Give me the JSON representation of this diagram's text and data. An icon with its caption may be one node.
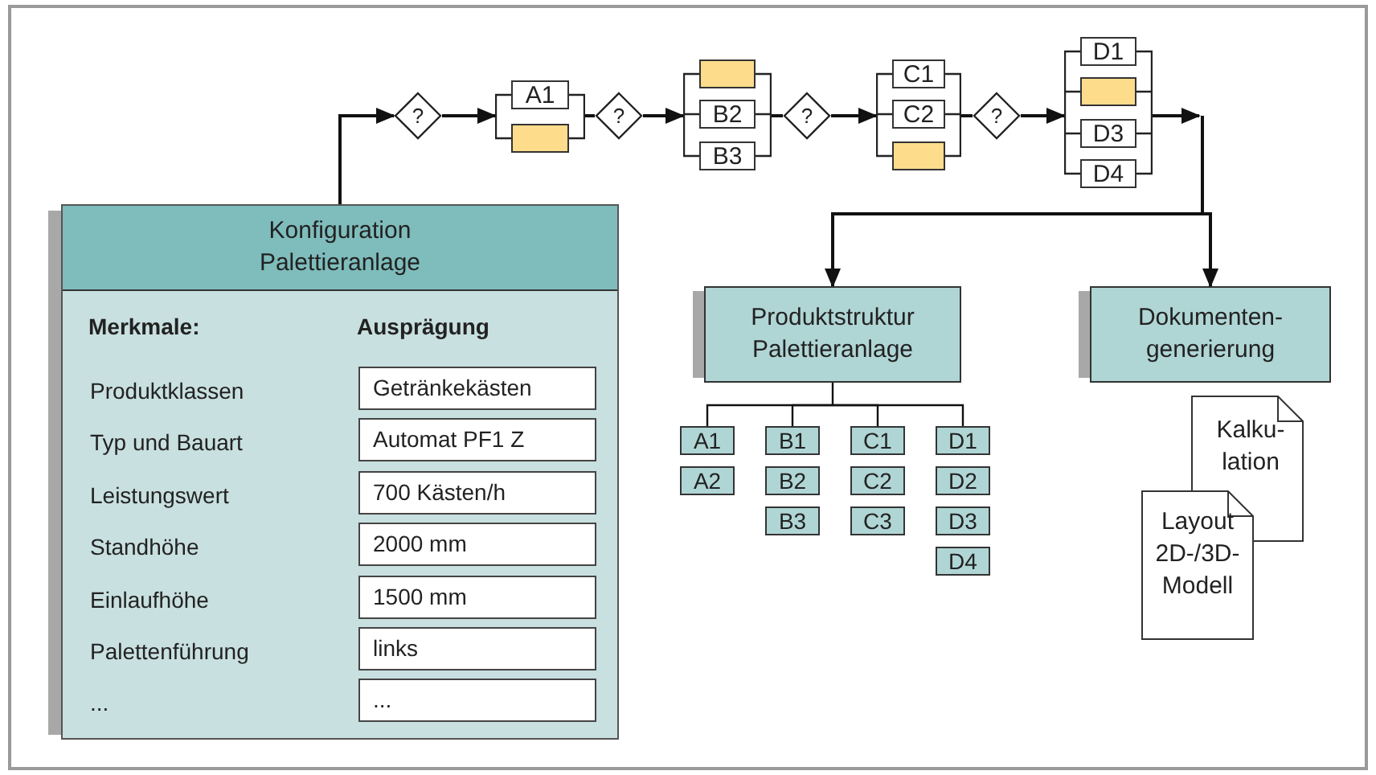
{
  "diagram": {
    "nodes": [
      {
        "text": [
          "Konfiguration Palettieranlage",
          "Merkmale:",
          "Ausprägung"
        ]
      },
      {
        "text": [
          "Getränkekästen"
        ],
        "in": 0
      },
      {
        "text": [
          "Automat PF1 Z"
        ],
        "in": 0
      },
      {
        "text": [
          "700 Kästen/h"
        ],
        "in": 0
      },
      {
        "text": [
          "2000 mm"
        ],
        "in": 0
      },
      {
        "text": [
          "1500 mm"
        ],
        "in": 0
      },
      {
        "text": [
          "links"
        ],
        "in": 0
      },
      {
        "text": [
          "..."
        ],
        "in": 0
      },
      {
        "text": [
          "?"
        ]
      },
      {
        "text": [],
        "shape": "bracket"
      },
      {
        "text": [
          "A1"
        ],
        "in": 9
      },
      {
        "text": [],
        "shape": "box",
        "in": 9
      },
      {
        "text": [
          "?"
        ]
      },
      {
        "text": [],
        "shape": "bracket"
      },
      {
        "text": [],
        "shape": "box",
        "in": 13
      },
      {
        "text": [
          "B2"
        ],
        "in": 13
      },
      {
        "text": [
          "B3"
        ],
        "in": 13
      },
      {
        "text": [
          "?"
        ]
      },
      {
        "text": [],
        "shape": "bracket"
      },
      {
        "text": [
          "C1"
        ],
        "in": 18
      },
      {
        "text": [
          "C2"
        ],
        "in": 18
      },
      {
        "text": [],
        "shape": "box",
        "in": 18
      },
      {
        "text": [
          "?"
        ]
      },
      {
        "text": [],
        "shape": "bracket"
      },
      {
        "text": [
          "D1"
        ],
        "in": 23
      },
      {
        "text": [],
        "shape": "box",
        "in": 23
      },
      {
        "text": [
          "D3"
        ],
        "in": 23
      },
      {
        "text": [
          "D4"
        ],
        "in": 23
      },
      {
        "text": [
          "Produktstruktur Palettieranlage"
        ]
      },
      {
        "text": [
          "Dokumenten- generierung"
        ]
      },
      {
        "text": [
          "A1"
        ]
      },
      {
        "text": [
          "B1"
        ]
      },
      {
        "text": [
          "C1"
        ]
      },
      {
        "text": [
          "D1"
        ]
      },
      {
        "text": [
          "A2"
        ]
      },
      {
        "text": [
          "B2"
        ]
      },
      {
        "text": [
          "C2"
        ]
      },
      {
        "text": [
          "D2"
        ]
      },
      {
        "text": [
          "B3"
        ]
      },
      {
        "text": [
          "C3"
        ]
      },
      {
        "text": [
          "D3"
        ]
      },
      {
        "text": [
          "D4"
        ]
      },
      {
        "text": [
          "Kalku- lation"
        ]
      },
      {
        "text": [
          "Layout 2D-/3D- Modell"
        ]
      }
    ],
    "edges": [
      {
        "from": 0,
        "to": 8,
        "arrow": "to"
      },
      {
        "from": 8,
        "to": 9,
        "arrow": "to"
      },
      {
        "from": 9,
        "to": 12,
        "arrow": "none"
      },
      {
        "from": 12,
        "to": 13,
        "arrow": "to"
      },
      {
        "from": 13,
        "to": 17,
        "arrow": "none"
      },
      {
        "from": 17,
        "to": 18,
        "arrow": "to"
      },
      {
        "from": 18,
        "to": 22,
        "arrow": "none"
      },
      {
        "from": 22,
        "to": 23,
        "arrow": "to"
      },
      {
        "from": 23,
        "to": 28,
        "arrow": "to"
      },
      {
        "from": 23,
        "to": 29,
        "arrow": "to"
      },
      {
        "from": 28,
        "to": 30,
        "arrow": "none"
      },
      {
        "from": 28,
        "to": 31,
        "arrow": "none"
      },
      {
        "from": 28,
        "to": 32,
        "arrow": "none"
      },
      {
        "from": 28,
        "to": 33,
        "arrow": "none"
      }
    ],
    "labels": [
      "Produktklassen",
      "Typ und Bauart",
      "Leistungswert",
      "Standhöhe",
      "Einlaufhöhe",
      "Palettenführung",
      "..."
    ]
  }
}
